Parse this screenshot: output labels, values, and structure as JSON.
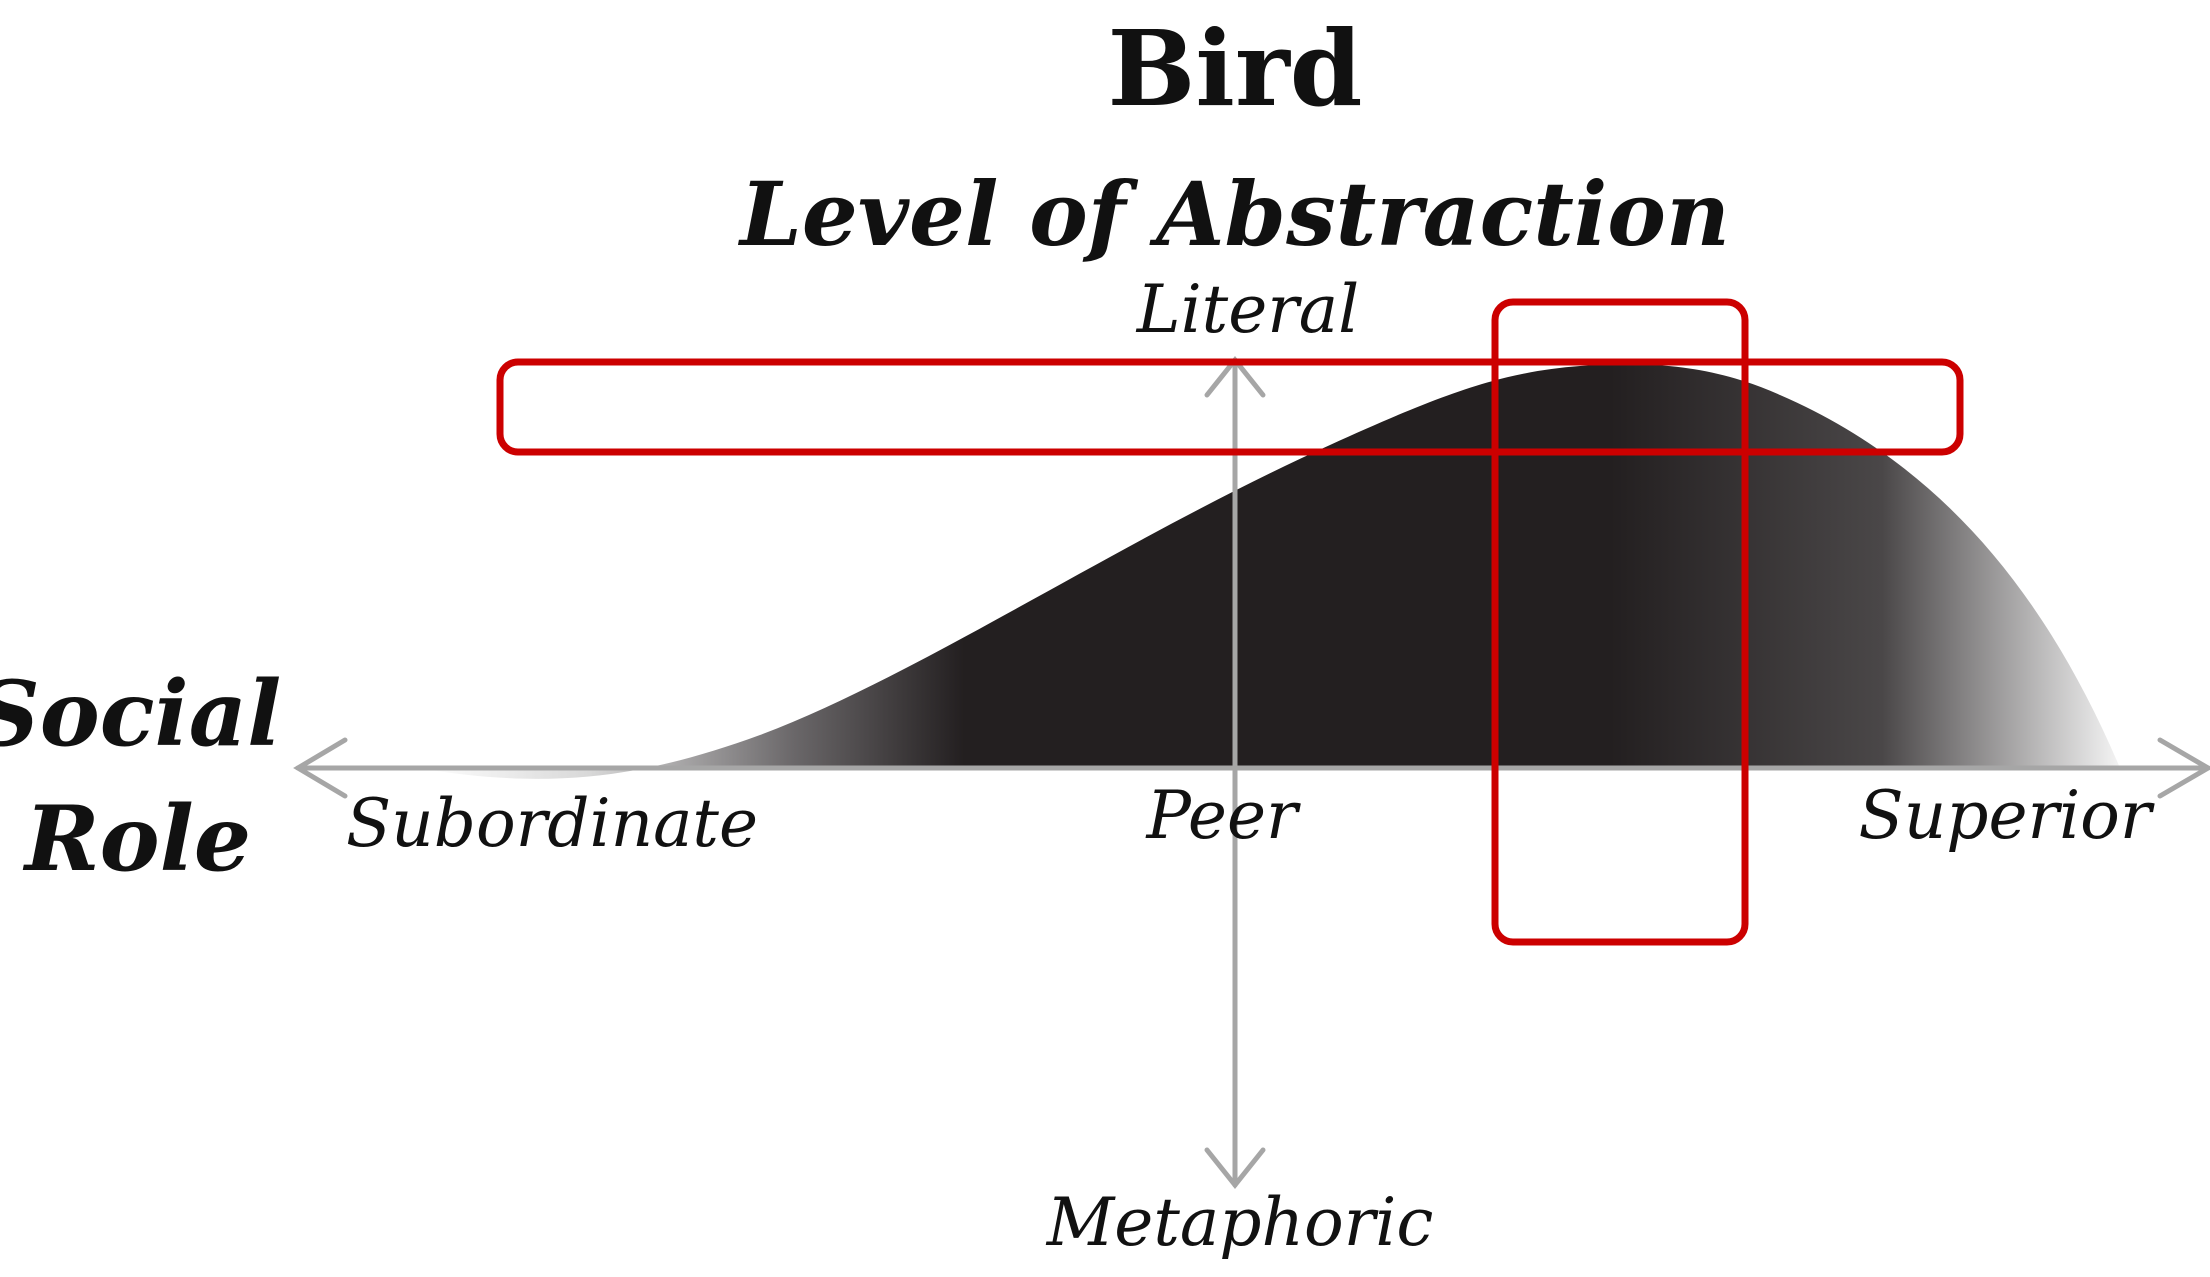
{
  "title": "Bird",
  "subtitle": "Level of Abstraction",
  "vertical_axis": {
    "top_label": "Literal",
    "bottom_label": "Metaphoric"
  },
  "horizontal_axis": {
    "name_line1": "Social",
    "name_line2": "Role",
    "left_label": "Subordinate",
    "center_label": "Peer",
    "right_label": "Superior"
  },
  "colors": {
    "axis": "#a6a6a6",
    "curve_fill": "#231f20",
    "highlight": "#cc0000",
    "text": "#111111"
  },
  "highlights": [
    {
      "name": "literal-band",
      "meaning": "Literal"
    },
    {
      "name": "superior-leaning-band",
      "meaning": "between Peer and Superior"
    }
  ]
}
